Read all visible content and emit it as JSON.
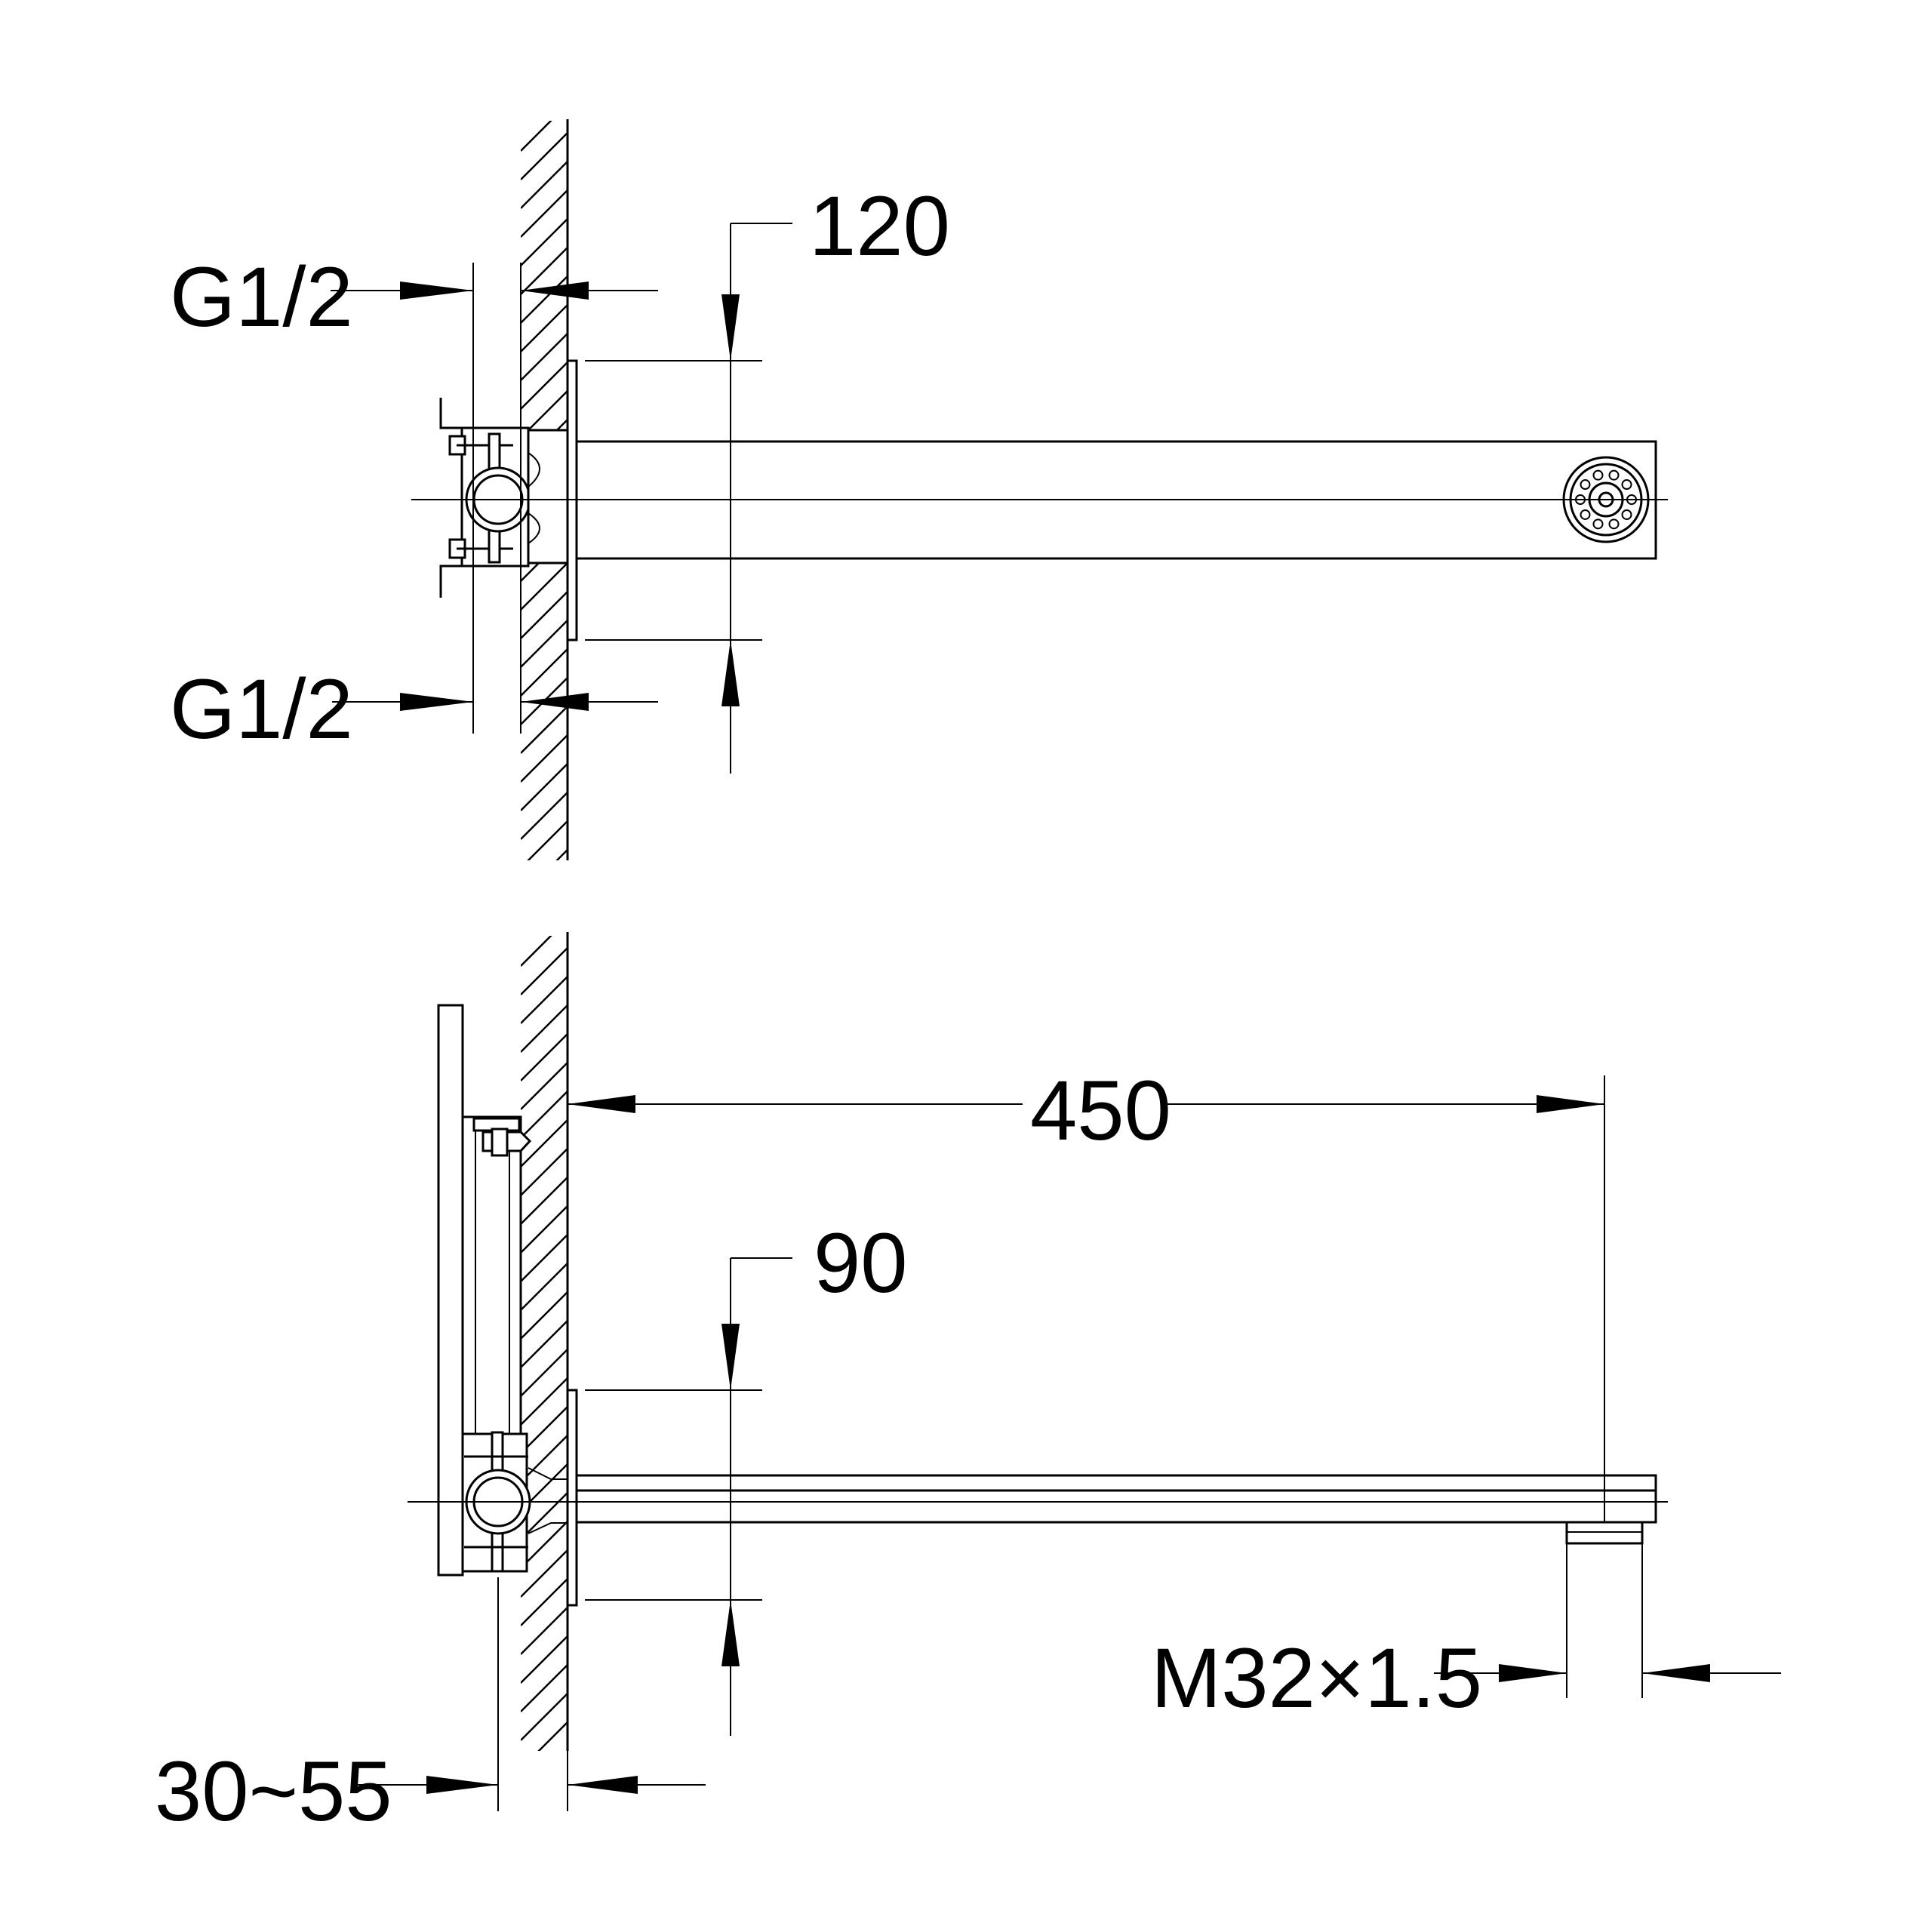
{
  "dimensions": {
    "inlet_top": "G1/2",
    "inlet_bottom": "G1/2",
    "plate_height": "120",
    "spout_length": "450",
    "spout_plate_offset": "90",
    "outlet_thread": "M32×1.5",
    "wall_depth": "30~55"
  }
}
